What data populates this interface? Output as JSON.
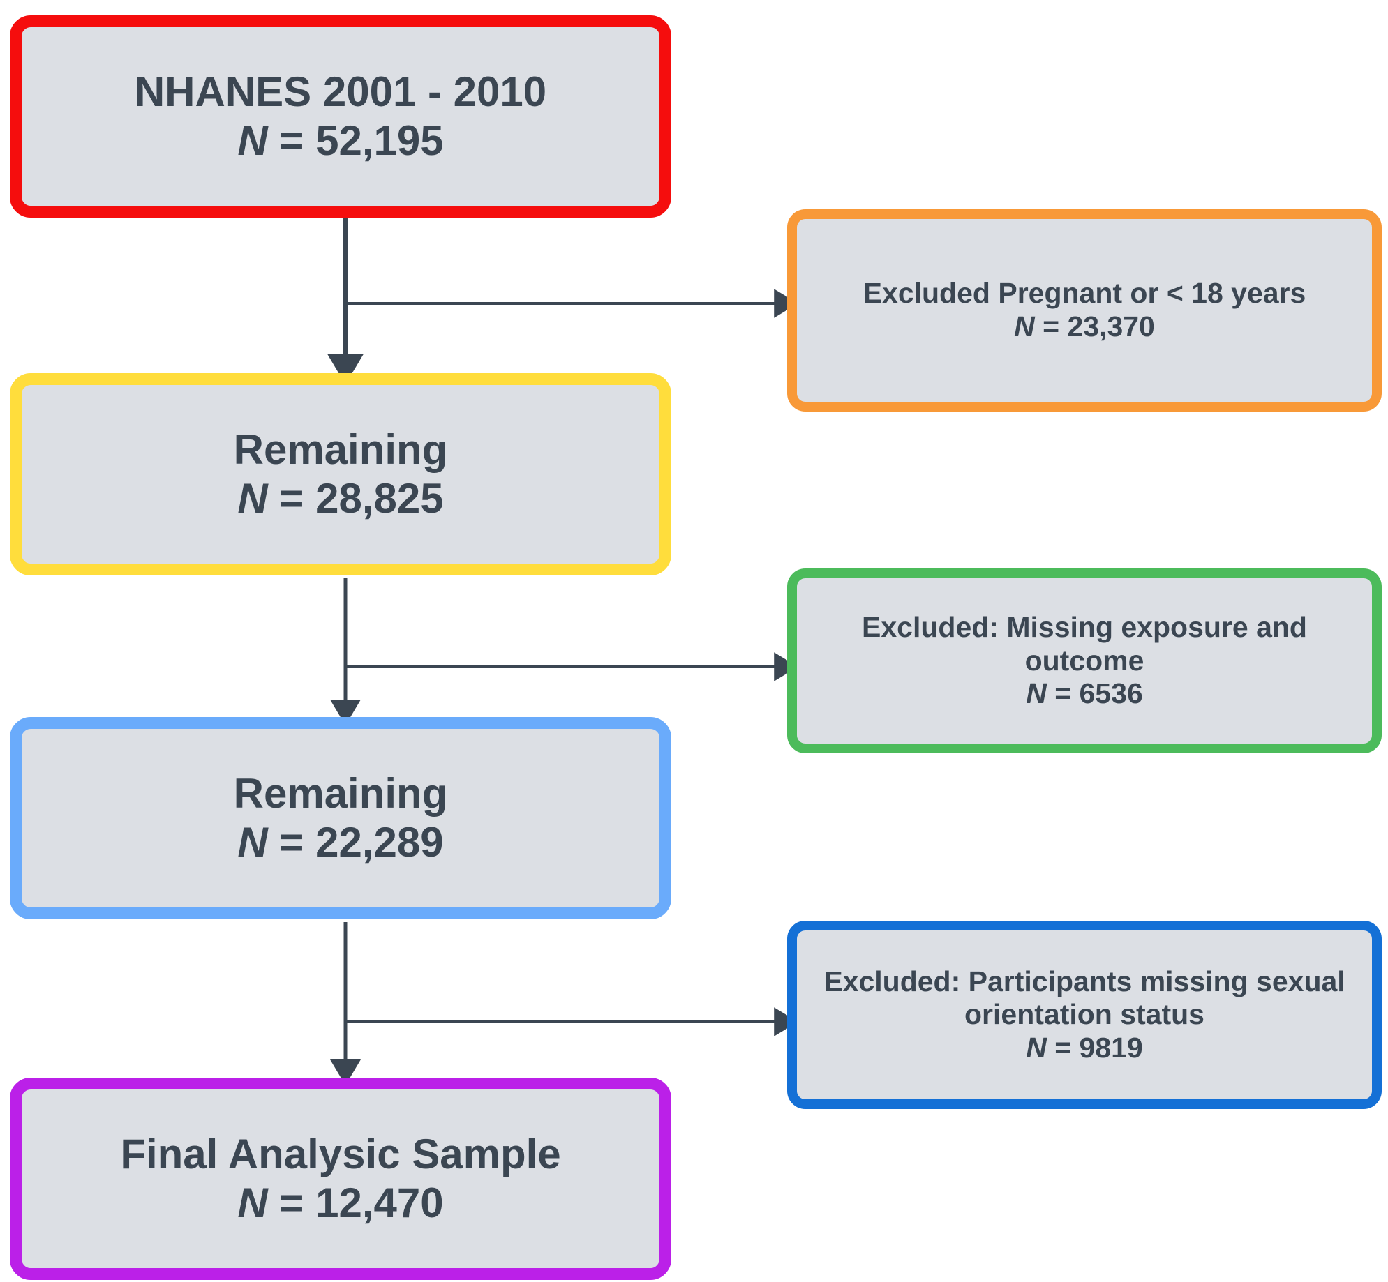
{
  "diagram": {
    "title": "NHANES participant selection flowchart",
    "fill_color": "#dcdfe4",
    "text_color": "#3b4652",
    "connector_color": "#3b4652"
  },
  "nodes": {
    "source": {
      "label": "NHANES 2001 - 2010",
      "n_symbol": "N",
      "n_value": " = 52,195",
      "border_color": "#f50d0d",
      "role": "source"
    },
    "excluded_1": {
      "label": "Excluded Pregnant or < 18 years",
      "n_symbol": "N",
      "n_value": " = 23,370",
      "border_color": "#f89938",
      "role": "exclusion"
    },
    "remaining_1": {
      "label": "Remaining",
      "n_symbol": "N",
      "n_value": " = 28,825",
      "border_color": "#ffdd3c",
      "role": "remaining"
    },
    "excluded_2": {
      "label": "Excluded: Missing exposure and outcome",
      "n_symbol": "N",
      "n_value": " = 6536",
      "border_color": "#4cbb5b",
      "role": "exclusion"
    },
    "remaining_2": {
      "label": "Remaining",
      "n_symbol": "N",
      "n_value": " = 22,289",
      "border_color": "#6aabfb",
      "role": "remaining"
    },
    "excluded_3": {
      "label": "Excluded: Participants missing sexual orientation status",
      "n_symbol": "N",
      "n_value": " = 9819",
      "border_color": "#1470d6",
      "role": "exclusion"
    },
    "final": {
      "label": "Final Analysic Sample",
      "n_symbol": "N",
      "n_value": " = 12,470",
      "border_color": "#bb20e8",
      "role": "final"
    }
  },
  "connectors": [
    {
      "name": "source-to-remaining-1",
      "from": "source",
      "to": "remaining_1"
    },
    {
      "name": "source-to-excluded-1",
      "from": "source",
      "to": "excluded_1"
    },
    {
      "name": "remaining1-to-remaining2",
      "from": "remaining_1",
      "to": "remaining_2"
    },
    {
      "name": "remaining1-to-excluded-2",
      "from": "remaining_1",
      "to": "excluded_2"
    },
    {
      "name": "remaining2-to-final",
      "from": "remaining_2",
      "to": "final"
    },
    {
      "name": "remaining2-to-excluded-3",
      "from": "remaining_2",
      "to": "excluded_3"
    }
  ]
}
